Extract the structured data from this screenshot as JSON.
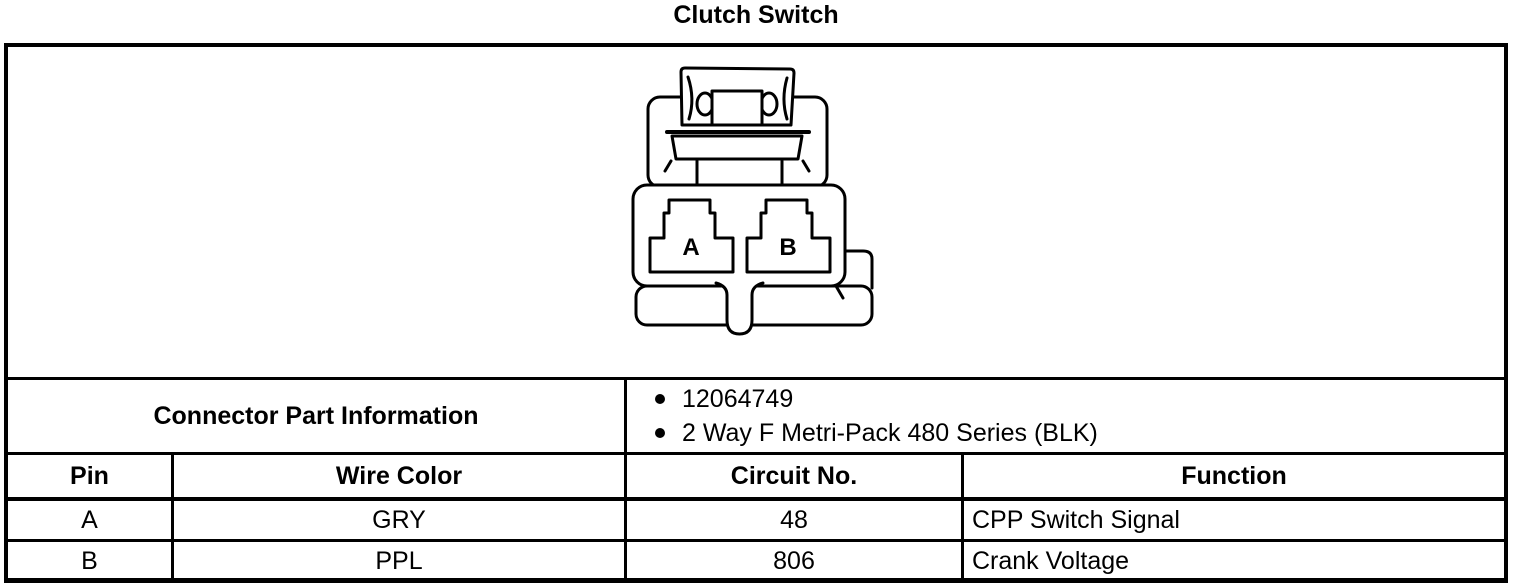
{
  "title": "Clutch Switch",
  "diagram": {
    "pin_labels": [
      "A",
      "B"
    ]
  },
  "part_info": {
    "label": "Connector Part Information",
    "bullets": [
      "12064749",
      "2 Way F Metri-Pack 480 Series (BLK)"
    ]
  },
  "table": {
    "headers": [
      "Pin",
      "Wire Color",
      "Circuit No.",
      "Function"
    ],
    "rows": [
      {
        "pin": "A",
        "wire_color": "GRY",
        "circuit_no": "48",
        "function": "CPP Switch Signal"
      },
      {
        "pin": "B",
        "wire_color": "PPL",
        "circuit_no": "806",
        "function": "Crank Voltage"
      }
    ]
  }
}
